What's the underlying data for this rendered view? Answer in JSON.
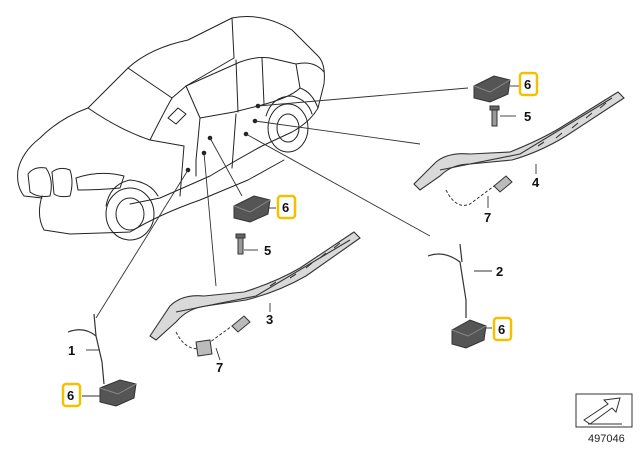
{
  "highlight_color": "#f2c200",
  "callouts": {
    "c1": "1",
    "c2": "2",
    "c3": "3",
    "c4": "4",
    "c5_top": "5",
    "c5_mid": "5",
    "c6_top": "6",
    "c6_mid": "6",
    "c6_right": "6",
    "c6_bottom": "6",
    "c7_right": "7",
    "c7_left": "7"
  },
  "document_number": "497046",
  "icons": {
    "view_direction": "arrow-view-icon"
  }
}
